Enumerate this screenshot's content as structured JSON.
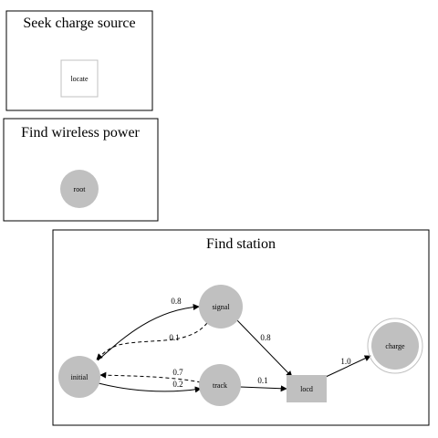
{
  "clusters": [
    {
      "id": "seek",
      "title": "Seek charge source"
    },
    {
      "id": "wireless",
      "title": "Find wireless power"
    },
    {
      "id": "station",
      "title": "Find station"
    }
  ],
  "nodes": {
    "locate": "locate",
    "root": "root",
    "initial": "initial",
    "signal": "signal",
    "track": "track",
    "locd": "locd",
    "charge": "charge"
  },
  "edges": [
    {
      "from": "initial",
      "to": "signal",
      "label": "0.8",
      "style": "solid"
    },
    {
      "from": "signal",
      "to": "initial",
      "label": "0.1",
      "style": "dashed"
    },
    {
      "from": "signal",
      "to": "locd",
      "label": "0.8",
      "style": "solid"
    },
    {
      "from": "track",
      "to": "initial",
      "label": "0.7",
      "style": "dashed"
    },
    {
      "from": "initial",
      "to": "track",
      "label": "0.2",
      "style": "solid"
    },
    {
      "from": "track",
      "to": "locd",
      "label": "0.1",
      "style": "solid"
    },
    {
      "from": "locd",
      "to": "charge",
      "label": "1.0",
      "style": "solid"
    }
  ],
  "colors": {
    "node_fill": "#c0c0c0",
    "cluster_border": "#000000",
    "edge": "#000000",
    "locate_border": "#c0c0c0"
  }
}
